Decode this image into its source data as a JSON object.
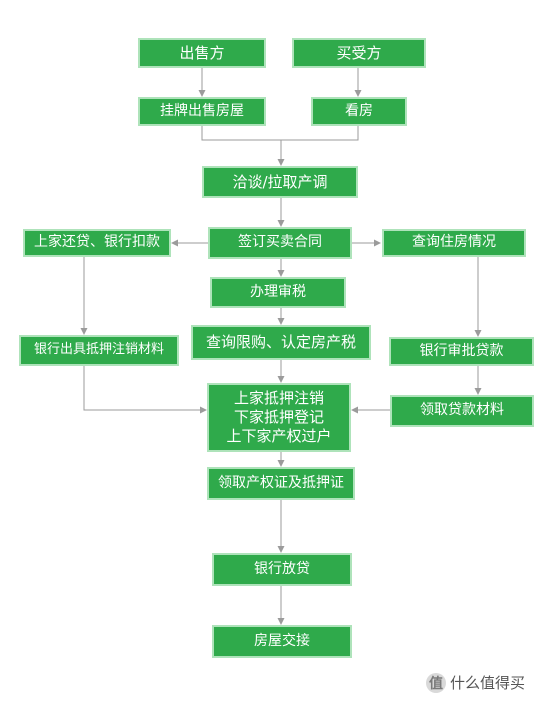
{
  "nodes": {
    "seller": "出售方",
    "buyer": "买受方",
    "listing": "挂牌出售房屋",
    "viewing": "看房",
    "negotiate": "洽谈/拉取产调",
    "repay": "上家还贷、银行扣款",
    "sign": "签订买卖合同",
    "check_housing": "查询住房情况",
    "tax": "办理审税",
    "bank_docs": "银行出具抵押注销材料",
    "check_limit": "查询限购、认定房产税",
    "loan_approval": "银行审批贷款",
    "registration": [
      "上家抵押注销",
      "下家抵押登记",
      "上下家产权过户"
    ],
    "loan_docs": "领取贷款材料",
    "certificates": "领取产权证及抵押证",
    "disbursement": "银行放贷",
    "handover": "房屋交接"
  },
  "watermark": {
    "badge": "值",
    "text": "什么值得买"
  }
}
